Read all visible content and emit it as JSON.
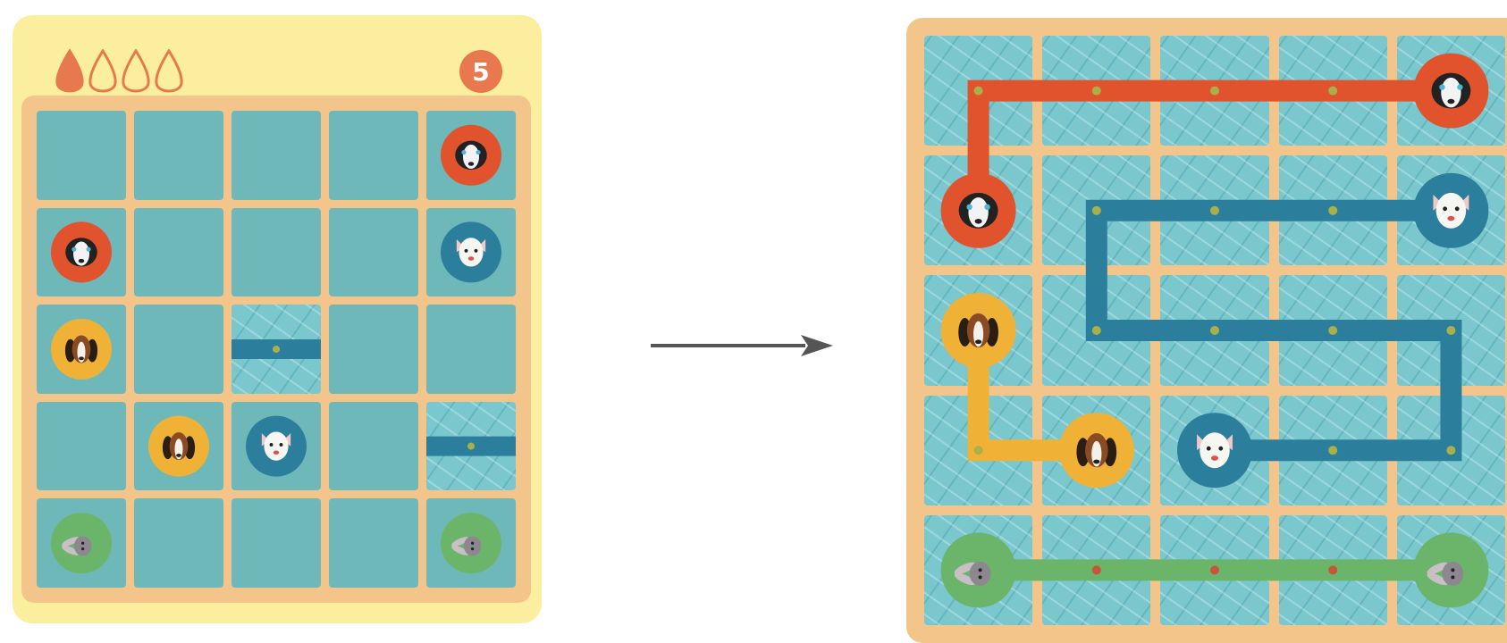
{
  "moves_left": "5",
  "drops": {
    "filled": 1,
    "total": 4
  },
  "colors": {
    "red": "#e0532d",
    "blue": "#2b7f9c",
    "yellow": "#efb236",
    "green": "#6bb56b",
    "tile": "#6fb8b9",
    "water": "#7ac8ce",
    "board": "#f4c58a",
    "card": "#fbef9f",
    "badge": "#e8784e"
  },
  "grid": {
    "rows": 5,
    "cols": 5
  },
  "endpoints": [
    {
      "animal": "black-white-dog",
      "color": "red",
      "row": 0,
      "col": 4
    },
    {
      "animal": "black-white-dog",
      "color": "red",
      "row": 1,
      "col": 0
    },
    {
      "animal": "white-dog",
      "color": "blue",
      "row": 1,
      "col": 4
    },
    {
      "animal": "white-dog",
      "color": "blue",
      "row": 3,
      "col": 2
    },
    {
      "animal": "beagle",
      "color": "yellow",
      "row": 2,
      "col": 0
    },
    {
      "animal": "beagle",
      "color": "yellow",
      "row": 3,
      "col": 1
    },
    {
      "animal": "rabbit",
      "color": "green",
      "row": 4,
      "col": 0
    },
    {
      "animal": "rabbit",
      "color": "green",
      "row": 4,
      "col": 4
    }
  ],
  "start_paths": [
    {
      "color": "blue",
      "cells": [
        [
          2,
          2
        ]
      ]
    },
    {
      "color": "blue",
      "cells": [
        [
          3,
          4
        ]
      ]
    }
  ],
  "solution_paths": [
    {
      "color": "red",
      "cells": [
        [
          1,
          0
        ],
        [
          0,
          0
        ],
        [
          0,
          1
        ],
        [
          0,
          2
        ],
        [
          0,
          3
        ],
        [
          0,
          4
        ]
      ]
    },
    {
      "color": "blue",
      "cells": [
        [
          1,
          4
        ],
        [
          1,
          3
        ],
        [
          1,
          2
        ],
        [
          1,
          1
        ],
        [
          2,
          1
        ],
        [
          2,
          2
        ],
        [
          2,
          3
        ],
        [
          2,
          4
        ],
        [
          3,
          4
        ],
        [
          3,
          3
        ],
        [
          3,
          2
        ]
      ]
    },
    {
      "color": "yellow",
      "cells": [
        [
          2,
          0
        ],
        [
          3,
          0
        ],
        [
          3,
          1
        ]
      ]
    },
    {
      "color": "green",
      "cells": [
        [
          4,
          0
        ],
        [
          4,
          1
        ],
        [
          4,
          2
        ],
        [
          4,
          3
        ],
        [
          4,
          4
        ]
      ]
    }
  ]
}
